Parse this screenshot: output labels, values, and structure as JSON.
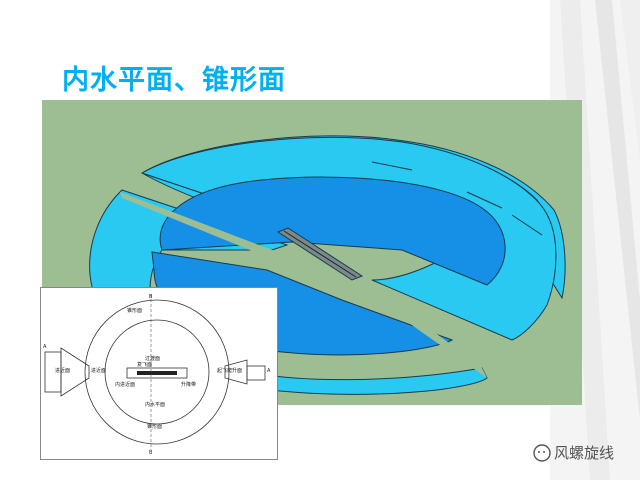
{
  "slide": {
    "title": "内水平面、锥形面",
    "title_color": "#00b0f0"
  },
  "scene": {
    "field_color": "#9dbe93",
    "conical_color": "#29c9f2",
    "inner_color": "#168fe6",
    "edge_color": "#1a3a4a"
  },
  "inset": {
    "labels": {
      "conical_top": "锥形面",
      "transition": "过渡面",
      "approach_left": "进近面",
      "approach_inner": "进近面",
      "takeoff": "起飞爬升面",
      "balked_landing": "复飞面",
      "inner_approach": "内进近面",
      "landing_strip": "升降带",
      "inner_horizontal": "内水平面",
      "conical_bottom": "锥形面",
      "section_b_top": "B",
      "section_b_bottom": "B",
      "section_a_left": "A",
      "section_a_right": "A"
    }
  },
  "watermark": {
    "text": "风螺旋线",
    "color": "#555555"
  }
}
